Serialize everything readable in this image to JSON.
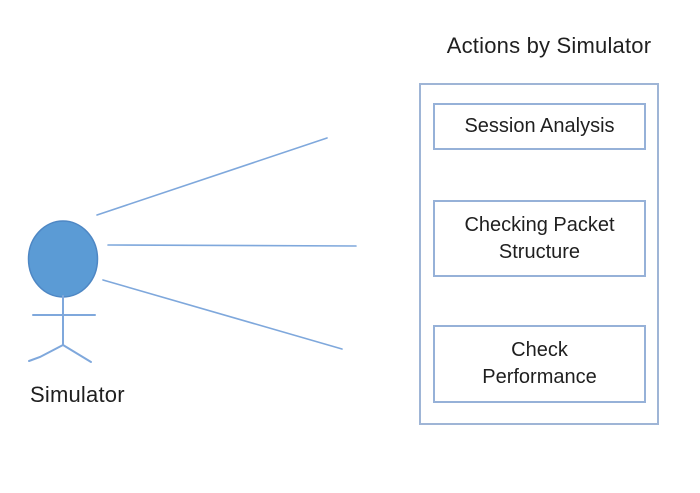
{
  "diagram": {
    "type": "use-case-diagram",
    "actor": {
      "label": "Simulator"
    },
    "system": {
      "title": "Actions by Simulator",
      "use_cases": [
        {
          "label": "Session Analysis"
        },
        {
          "label": "Checking Packet\nStructure"
        },
        {
          "label": "Check\nPerformance"
        }
      ]
    },
    "associations": [
      {
        "from": "Simulator",
        "to": "Session Analysis"
      },
      {
        "from": "Simulator",
        "to": "Checking Packet Structure"
      },
      {
        "from": "Simulator",
        "to": "Check Performance"
      }
    ],
    "colors": {
      "actor_fill": "#5b9bd5",
      "actor_stroke": "#4e87c4",
      "stick_line": "#7fa8dc",
      "association_line": "#7fa8dc",
      "boundary_border": "#9fb5d6",
      "use_case_border": "#96b1d8",
      "text": "#1f1f1f",
      "background": "#ffffff"
    }
  }
}
